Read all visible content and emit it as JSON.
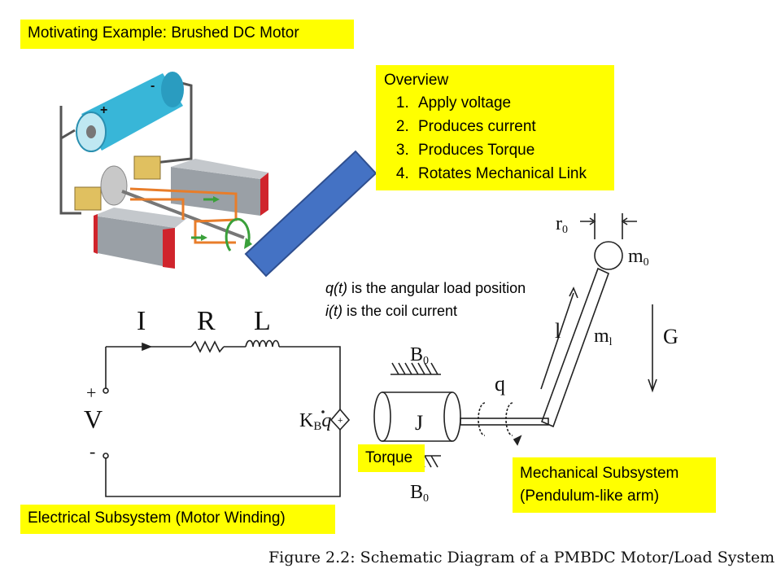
{
  "title": "Motivating Example: Brushed DC Motor",
  "overview": {
    "heading": "Overview",
    "items": [
      "Apply voltage",
      "Produces current",
      "Produces Torque",
      "Rotates Mechanical Link"
    ]
  },
  "annotation": {
    "q_sym": "q(t)",
    "q_text": " is the angular load position",
    "i_sym": "i(t)",
    "i_text": " is the coil current"
  },
  "labels": {
    "electrical": "Electrical Subsystem (Motor Winding)",
    "mechanical_line1": "Mechanical Subsystem",
    "mechanical_line2": "(Pendulum-like arm)",
    "torque": "Torque"
  },
  "circuit": {
    "current": "I",
    "resistor": "R",
    "inductor": "L",
    "plus": "+",
    "voltage": "V",
    "minus": "-",
    "back_emf": "K",
    "back_emf_sub": "B",
    "back_emf_var": "q"
  },
  "mechanical": {
    "b0_top": "B",
    "b0_bottom": "B",
    "b0_sub": "0",
    "inertia": "J",
    "angle": "q",
    "r0": "r",
    "r0_sub": "0",
    "m0": "m",
    "m0_sub": "0",
    "arm_mass": "m",
    "arm_mass_sub": "l",
    "length": "l",
    "gravity": "G"
  },
  "caption": "Figure 2.2:  Schematic Diagram of a PMBDC Motor/Load System",
  "colors": {
    "label_bg": "#ffff00",
    "blue_bar": "#4472c4",
    "battery": "#38b6d8",
    "magnet_red": "#d0242c",
    "magnet_gray": "#9aa0a6",
    "brush": "#e0c060"
  }
}
